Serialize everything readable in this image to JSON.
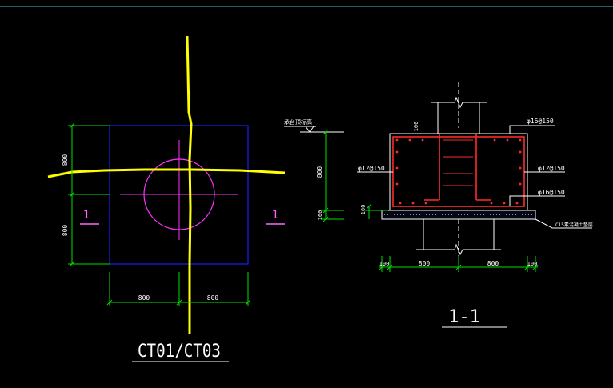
{
  "colors": {
    "background": "#000000",
    "top_rule": "#3fbfcf",
    "outline_blue": "#1a1aff",
    "dimension_green": "#00e000",
    "yellow": "#ffff00",
    "magenta": "#ff33ff",
    "red": "#ff2a2a",
    "white": "#ffffff",
    "pink": "#ff66ff"
  },
  "plan": {
    "title": "CT01/CT03",
    "dim_top_vertical": "800",
    "dim_bottom_vertical": "800",
    "dim_left_horizontal": "800",
    "dim_right_horizontal": "800",
    "section_mark_left": "1",
    "section_mark_right": "1"
  },
  "section": {
    "title": "1-1",
    "elevation_label": "承台顶标高",
    "dim_height": "800",
    "dim_cover_top": "100",
    "dim_cover_bottom": "100",
    "dim_left_edge": "100",
    "dim_left_half": "800",
    "dim_right_half": "800",
    "dim_right_edge": "100",
    "rebar_top": "φ16@150",
    "rebar_left": "φ12@150",
    "rebar_right": "φ12@150",
    "rebar_bottom": "φ16@150",
    "bedding_label": "C15素混凝土垫层",
    "dim_bed_left": "100"
  }
}
